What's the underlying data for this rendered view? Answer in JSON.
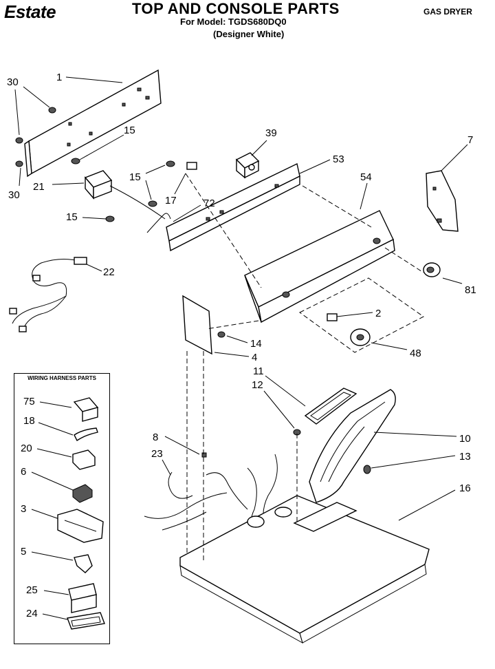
{
  "header": {
    "brand": "Estate",
    "title": "TOP AND CONSOLE PARTS",
    "model_line": "For Model: TGDS680DQ0",
    "variant_line": "(Designer White)",
    "dryer_type": "GAS DRYER"
  },
  "legend": {
    "title": "WIRING HARNESS PARTS"
  },
  "callouts": {
    "c1": "1",
    "c30a": "30",
    "c30b": "30",
    "c15a": "15",
    "c15b": "15",
    "c15c": "15",
    "c21": "21",
    "c17": "17",
    "c72": "72",
    "c22": "22",
    "c39": "39",
    "c53": "53",
    "c54": "54",
    "c7": "7",
    "c81": "81",
    "c2": "2",
    "c48": "48",
    "c14": "14",
    "c4": "4",
    "c11": "11",
    "c12": "12",
    "c8": "8",
    "c23": "23",
    "c10": "10",
    "c13": "13",
    "c16": "16",
    "c75": "75",
    "c18": "18",
    "c20": "20",
    "c6": "6",
    "c3": "3",
    "c5": "5",
    "c25": "25",
    "c24": "24"
  },
  "colors": {
    "ink": "#000000",
    "paper": "#ffffff"
  }
}
